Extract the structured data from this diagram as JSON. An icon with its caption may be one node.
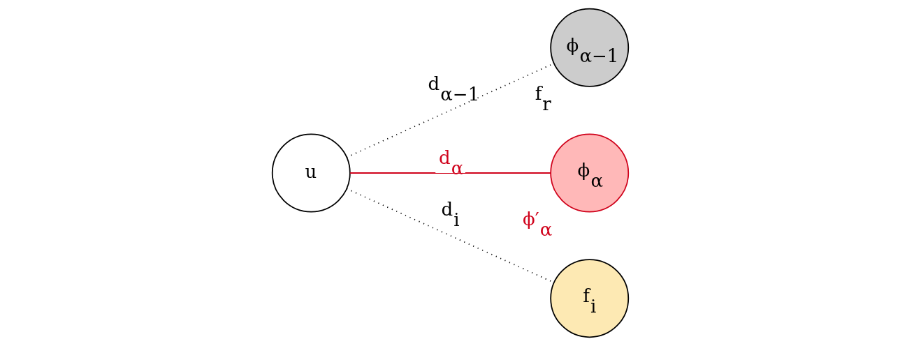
{
  "diagram": {
    "nodes": [
      {
        "text": [
          "u"
        ]
      },
      {
        "text": [
          "ϕ$_{α−1}$"
        ],
        "beside": [
          "f$_{r}$"
        ]
      },
      {
        "text": [
          "ϕ$_{α}$"
        ],
        "beside": [
          "ϕ′$_{α}$"
        ]
      },
      {
        "text": [
          "f$_{i}$"
        ]
      }
    ],
    "edges": [
      {
        "from": 0,
        "to": 1,
        "arrow": "none",
        "label": "d$_{α−1}$",
        "style": "dashed"
      },
      {
        "from": 0,
        "to": 2,
        "arrow": "none",
        "label": "d$_{α}$",
        "color": "#d0021b"
      },
      {
        "from": 0,
        "to": 3,
        "arrow": "none",
        "label": "d$_{i}$",
        "style": "dashed"
      }
    ]
  }
}
